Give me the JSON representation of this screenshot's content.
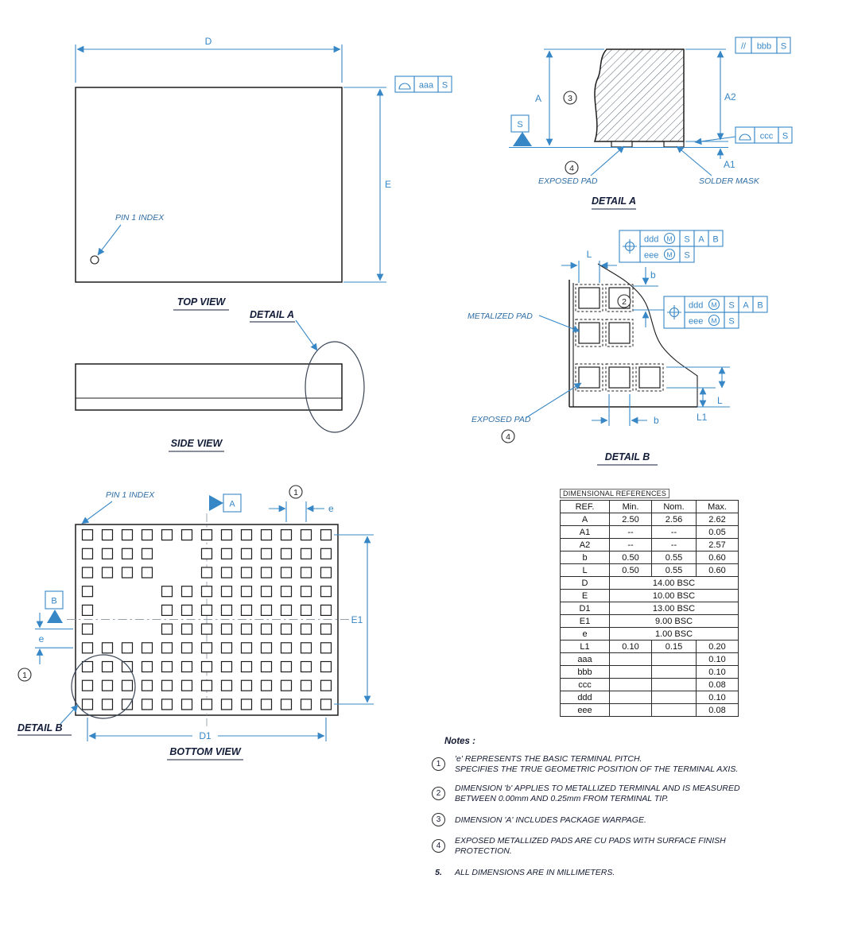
{
  "colors": {
    "accent": "#3787c6",
    "label_blue": "#2e6da4",
    "title_navy": "#121c38",
    "ink": "#1d1d1f"
  },
  "top_view": {
    "title": "TOP VIEW",
    "dim_d": "D",
    "dim_e": "E",
    "pin1_label": "PIN 1 INDEX",
    "frame_aaa": {
      "tolerance": "aaa",
      "datum": "S"
    }
  },
  "side_view": {
    "title": "SIDE VIEW",
    "detail_a_callout": "DETAIL A"
  },
  "detail_a": {
    "title": "DETAIL A",
    "dim_a": "A",
    "dim_a1": "A1",
    "dim_a2": "A2",
    "datum_s": "S",
    "frame_bbb": {
      "symbol": "//",
      "tolerance": "bbb",
      "datum": "S"
    },
    "frame_ccc": {
      "tolerance": "ccc",
      "datum": "S"
    },
    "exposed_pad_label": "EXPOSED PAD",
    "solder_mask_label": "SOLDER MASK",
    "note_ref_3": "3",
    "note_ref_4": "4"
  },
  "detail_b": {
    "title": "DETAIL B",
    "metalized_pad_label": "METALIZED PAD",
    "exposed_pad_label": "EXPOSED PAD",
    "dim_l_top": "L",
    "dim_l_right": "L",
    "dim_l1": "L1",
    "dim_b_top": "b",
    "dim_b_bottom": "b",
    "note_ref_2": "2",
    "note_ref_4": "4",
    "frame_top": {
      "tolerance_1": "ddd",
      "modifier_1": "M",
      "datums_1": [
        "S",
        "A",
        "B"
      ],
      "tolerance_2": "eee",
      "modifier_2": "M",
      "datum_2": "S"
    },
    "frame_right": {
      "tolerance_1": "ddd",
      "modifier_1": "M",
      "datums_1": [
        "S",
        "A",
        "B"
      ],
      "tolerance_2": "eee",
      "modifier_2": "M",
      "datum_2": "S"
    }
  },
  "bottom_view": {
    "title": "BOTTOM VIEW",
    "pin1_label": "PIN 1 INDEX",
    "detail_b_callout": "DETAIL B",
    "datum_a": "A",
    "datum_b": "B",
    "dim_d1": "D1",
    "dim_e1": "E1",
    "dim_e_top": "e",
    "dim_e_left": "e",
    "note_ref_top": "1",
    "note_ref_left": "1"
  },
  "table": {
    "title": "DIMENSIONAL REFERENCES",
    "headers": [
      "REF.",
      "Min.",
      "Nom.",
      "Max."
    ],
    "rows": [
      {
        "ref": "A",
        "min": "2.50",
        "nom": "2.56",
        "max": "2.62"
      },
      {
        "ref": "A1",
        "min": "--",
        "nom": "--",
        "max": "0.05"
      },
      {
        "ref": "A2",
        "min": "--",
        "nom": "--",
        "max": "2.57"
      },
      {
        "ref": "b",
        "min": "0.50",
        "nom": "0.55",
        "max": "0.60"
      },
      {
        "ref": "L",
        "min": "0.50",
        "nom": "0.55",
        "max": "0.60"
      },
      {
        "ref": "D",
        "bsc": "14.00 BSC"
      },
      {
        "ref": "E",
        "bsc": "10.00 BSC"
      },
      {
        "ref": "D1",
        "bsc": "13.00 BSC"
      },
      {
        "ref": "E1",
        "bsc": "9.00 BSC"
      },
      {
        "ref": "e",
        "bsc": "1.00 BSC"
      },
      {
        "ref": "L1",
        "min": "0.10",
        "nom": "0.15",
        "max": "0.20"
      },
      {
        "ref": "aaa",
        "min": "",
        "nom": "",
        "max": "0.10"
      },
      {
        "ref": "bbb",
        "min": "",
        "nom": "",
        "max": "0.10"
      },
      {
        "ref": "ccc",
        "min": "",
        "nom": "",
        "max": "0.08"
      },
      {
        "ref": "ddd",
        "min": "",
        "nom": "",
        "max": "0.10"
      },
      {
        "ref": "eee",
        "min": "",
        "nom": "",
        "max": "0.08"
      }
    ]
  },
  "notes": {
    "heading": "Notes :",
    "items": [
      {
        "num": "1",
        "circled": true,
        "lines": [
          "'e' REPRESENTS THE BASIC TERMINAL PITCH.",
          "SPECIFIES THE TRUE GEOMETRIC POSITION OF THE TERMINAL AXIS."
        ]
      },
      {
        "num": "2",
        "circled": true,
        "lines": [
          "DIMENSION 'b' APPLIES TO METALLIZED TERMINAL AND IS MEASURED",
          "BETWEEN 0.00mm AND 0.25mm FROM TERMINAL TIP."
        ]
      },
      {
        "num": "3",
        "circled": true,
        "lines": [
          "DIMENSION 'A' INCLUDES PACKAGE WARPAGE."
        ]
      },
      {
        "num": "4",
        "circled": true,
        "lines": [
          "EXPOSED METALLIZED PADS ARE CU PADS WITH SURFACE FINISH",
          "PROTECTION."
        ]
      },
      {
        "num": "5.",
        "circled": false,
        "lines": [
          "ALL DIMENSIONS ARE IN MILLIMETERS."
        ]
      }
    ]
  }
}
